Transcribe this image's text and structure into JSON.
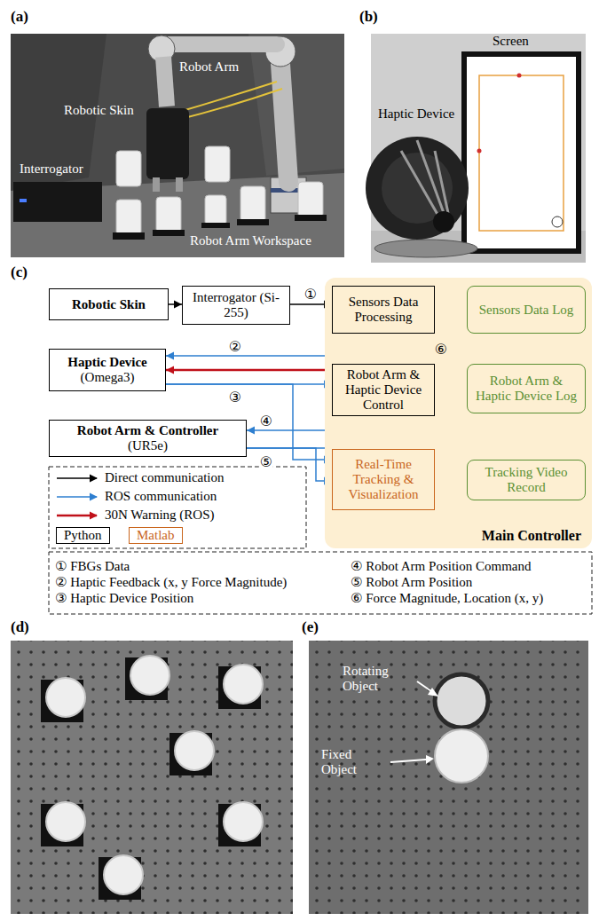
{
  "diagram": {
    "nodes": [
      {
        "text": [
          "Main Controller"
        ]
      },
      {
        "text": [
          "Robotic Skin"
        ]
      },
      {
        "text": [
          "Interrogator (Si-255)"
        ]
      },
      {
        "text": [
          "Sensors Data Processing"
        ],
        "in": 0
      },
      {
        "text": [
          "Sensors Data Log"
        ],
        "in": 0
      },
      {
        "text": [
          "Haptic Device",
          "(Omega3)"
        ]
      },
      {
        "text": [
          "Robot Arm & Haptic Device Control"
        ],
        "in": 0
      },
      {
        "text": [
          "Robot Arm & Haptic Device Log"
        ],
        "in": 0
      },
      {
        "text": [
          "Robot Arm & Controller",
          "(UR5e)"
        ]
      },
      {
        "text": [
          "Real-Time Tracking & Visualization"
        ],
        "in": 0
      },
      {
        "text": [
          "Tracking Video Record"
        ],
        "in": 0
      }
    ],
    "edges": [
      {
        "from": 1,
        "to": 2,
        "arrow": "to"
      },
      {
        "from": 2,
        "to": 3,
        "label": "①",
        "arrow": "to"
      },
      {
        "from": 3,
        "to": 4,
        "arrow": "to"
      },
      {
        "from": 3,
        "to": 6,
        "label": "⑥",
        "arrow": "to"
      },
      {
        "from": 3,
        "to": 9,
        "arrow": "to"
      },
      {
        "from": 6,
        "to": 5,
        "label": "②",
        "arrow": "to"
      },
      {
        "from": 6,
        "to": 5,
        "arrow": "to"
      },
      {
        "from": 5,
        "to": 6,
        "label": "③",
        "arrow": "to"
      },
      {
        "from": 5,
        "to": 9,
        "arrow": "to"
      },
      {
        "from": 6,
        "to": 8,
        "label": "④",
        "arrow": "to"
      },
      {
        "from": 8,
        "to": 6,
        "label": "⑤",
        "arrow": "to"
      },
      {
        "from": 8,
        "to": 9,
        "arrow": "to"
      },
      {
        "from": 6,
        "to": 9,
        "arrow": "to"
      },
      {
        "from": 6,
        "to": 7,
        "arrow": "to"
      },
      {
        "from": 9,
        "to": 10,
        "arrow": "to"
      }
    ],
    "labels": [
      "(a)",
      "Robot Arm",
      "Robotic Skin",
      "Interrogator",
      "Robot Arm Workspace",
      "(b)",
      "Screen",
      "Haptic Device",
      "(c)",
      "① FBGs Data",
      "② Haptic Feedback (x, y Force Magnitude)",
      "③ Haptic Device Position",
      "④ Robot Arm Position Command",
      "⑤ Robot Arm Position",
      "⑥ Force Magnitude, Location (x, y)",
      "(d)",
      "(e)",
      "Rotating Object",
      "Fixed Object"
    ],
    "legend": [
      {
        "text": "Direct communication"
      },
      {
        "text": "ROS communication"
      },
      {
        "text": "30N Warning (ROS)"
      },
      {
        "text": "Python"
      },
      {
        "text": "Matlab"
      }
    ]
  }
}
